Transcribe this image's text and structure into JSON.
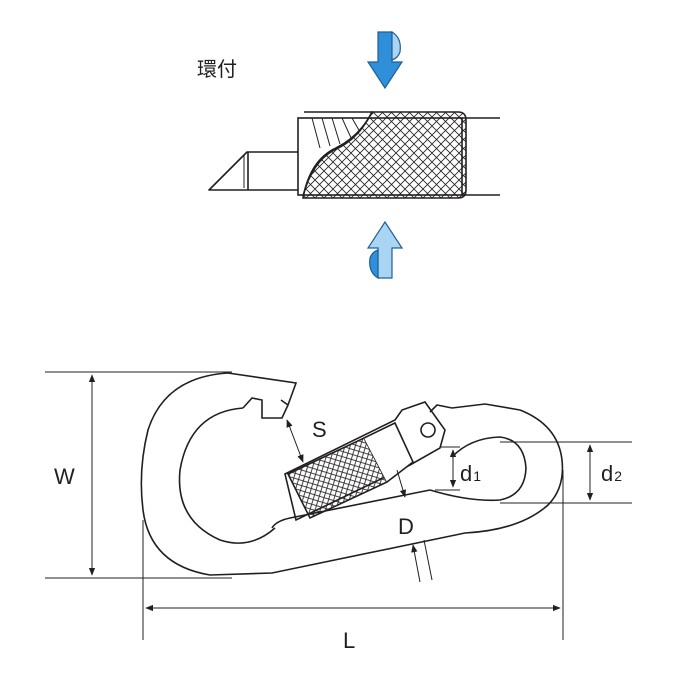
{
  "detail": {
    "caption": "環付"
  },
  "dimensions": {
    "S": "S",
    "d1_base": "d",
    "d1_sub": "1",
    "d2_base": "d",
    "d2_sub": "2",
    "D": "D",
    "W": "W",
    "L": "L"
  },
  "colors": {
    "line": "#231f20",
    "arrow_fill": "#2f8fd8",
    "arrow_light": "#a9d4f2",
    "arrow_stroke": "#1f5f96"
  }
}
